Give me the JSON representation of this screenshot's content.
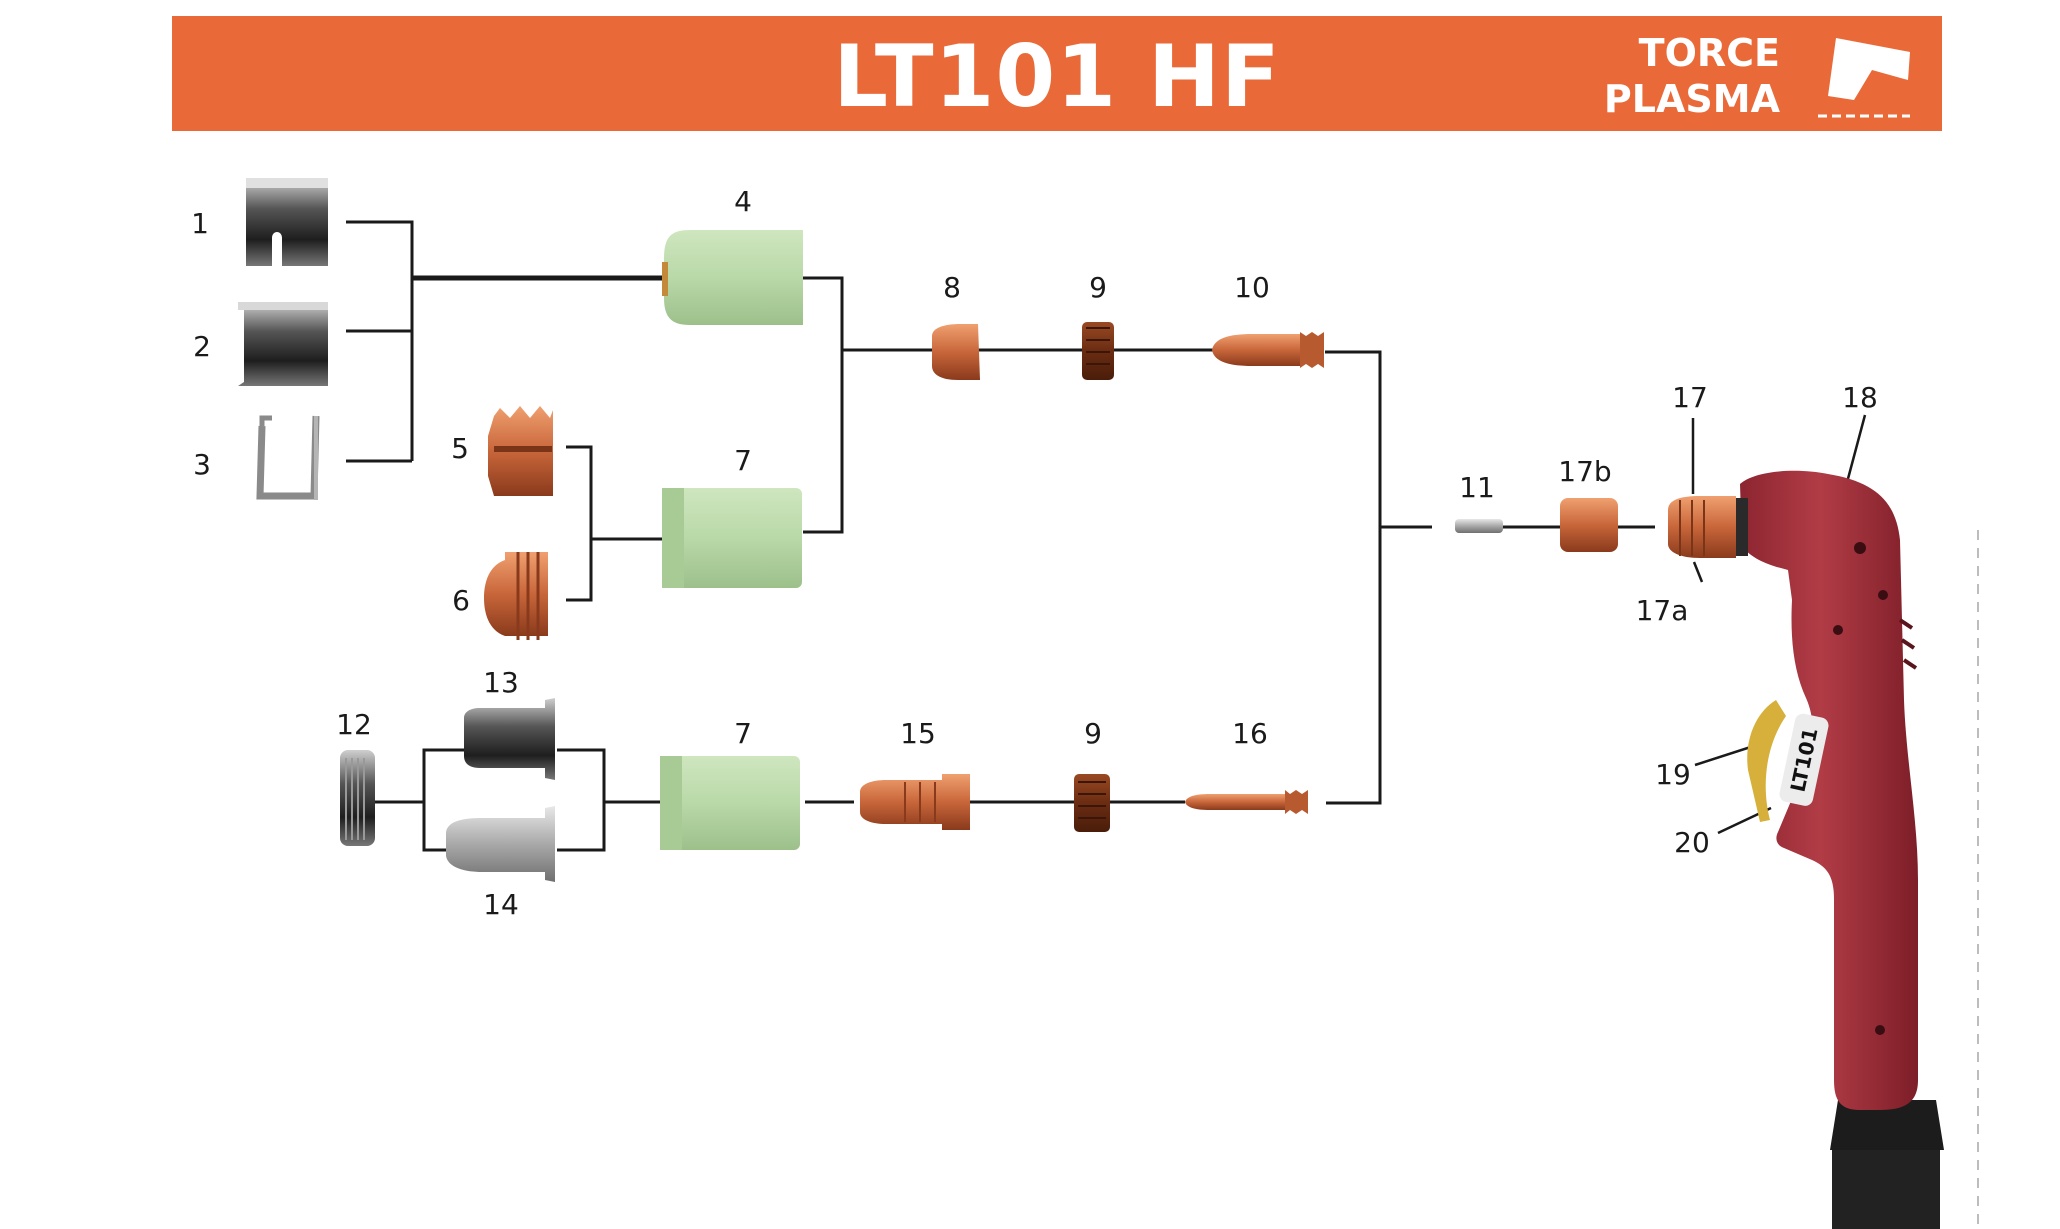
{
  "header": {
    "title": "LT101 HF",
    "brand_line1": "TORCE",
    "brand_line2": "PLASMA",
    "color": "#e96a38"
  },
  "parts": {
    "p1": "1",
    "p2": "2",
    "p3": "3",
    "p4": "4",
    "p5": "5",
    "p6": "6",
    "p7a": "7",
    "p7b": "7",
    "p8": "8",
    "p9a": "9",
    "p9b": "9",
    "p10": "10",
    "p11": "11",
    "p12": "12",
    "p13": "13",
    "p14": "14",
    "p15": "15",
    "p16": "16",
    "p17": "17",
    "p17a": "17a",
    "p17b": "17b",
    "p18": "18",
    "p19": "19",
    "p20": "20"
  },
  "torch_label": "LT101",
  "colors": {
    "copper": "#c8663a",
    "ceramic": "#b9d9a8",
    "torch_body": "#a5303a"
  }
}
